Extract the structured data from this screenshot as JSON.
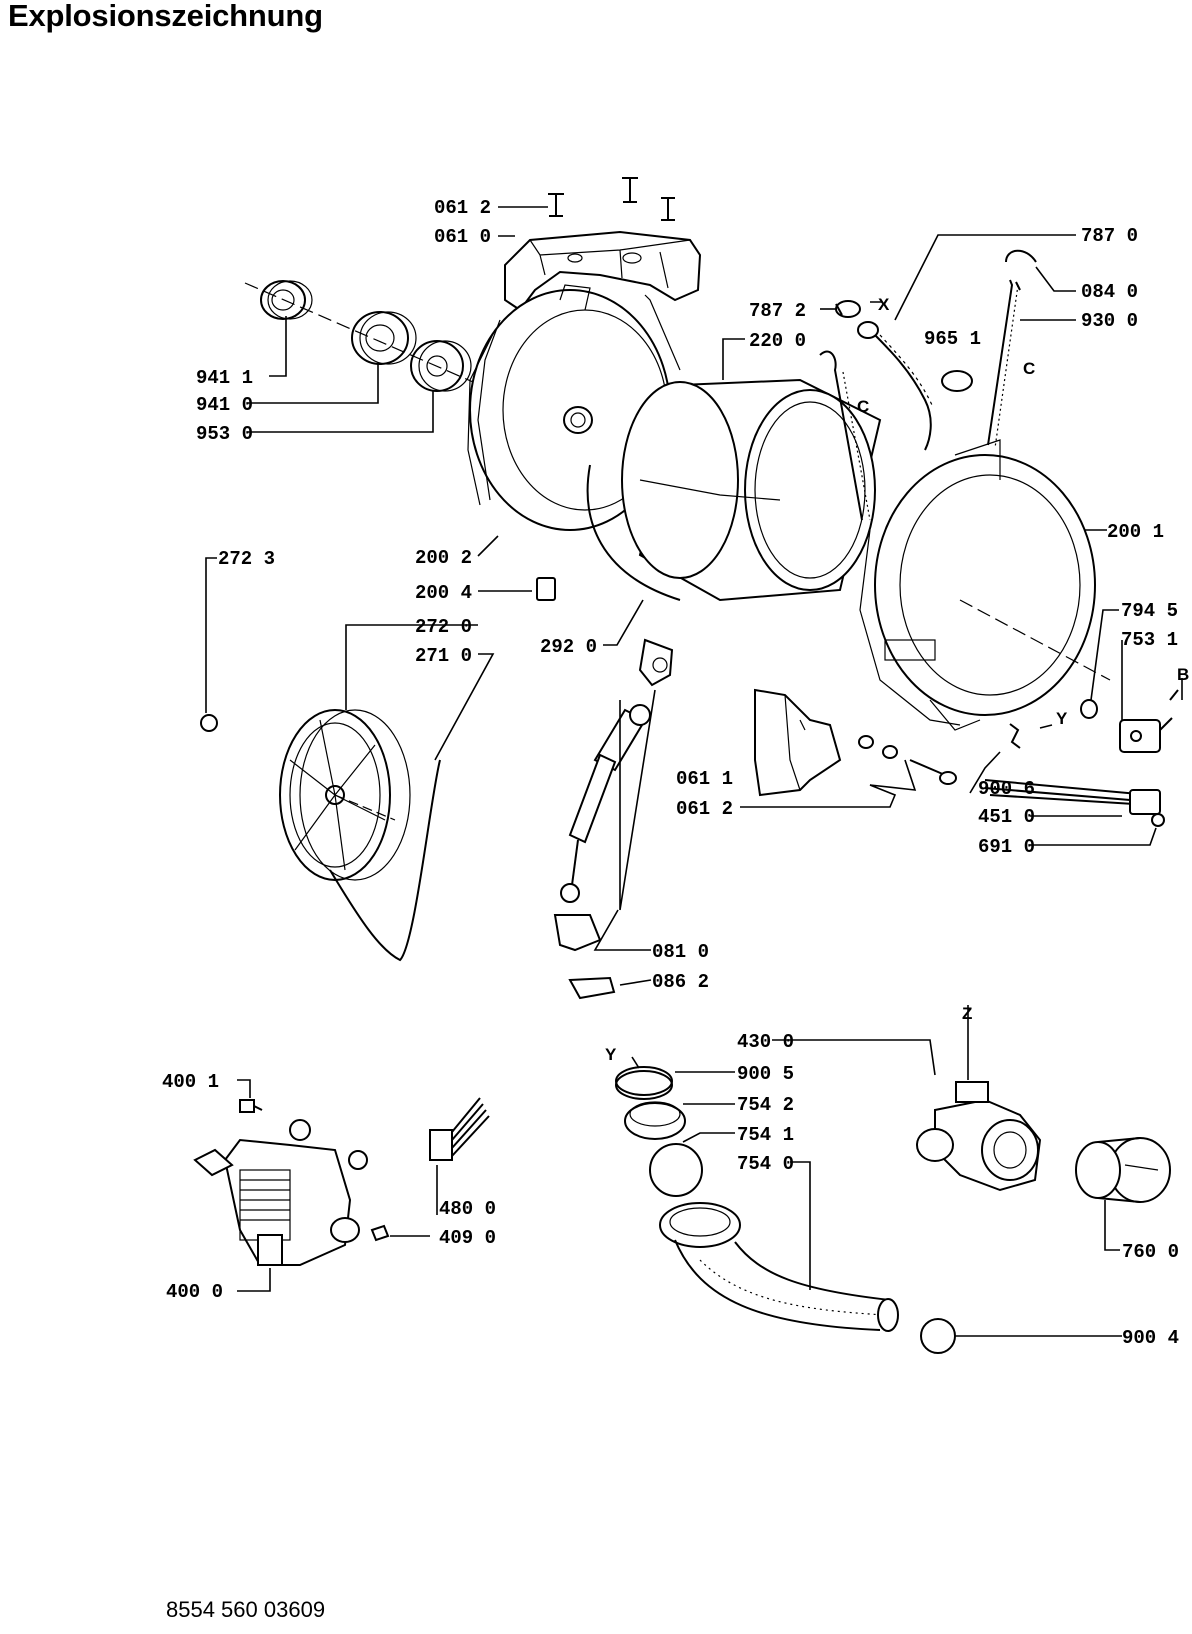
{
  "page": {
    "title": "Explosionszeichnung",
    "document_number": "8554 560 03609"
  },
  "labels": {
    "p061_2_top": "061 2",
    "p061_0": "061 0",
    "p941_1": "941 1",
    "p941_0": "941 0",
    "p953_0": "953 0",
    "p787_2": "787 2",
    "p220_0": "220 0",
    "p787_0": "787 0",
    "p084_0": "084 0",
    "p930_0": "930 0",
    "p965_1": "965 1",
    "p200_2": "200 2",
    "p200_4": "200 4",
    "p272_3": "272 3",
    "p272_0": "272 0",
    "p271_0": "271 0",
    "p292_0": "292 0",
    "p200_1": "200 1",
    "p794_5": "794 5",
    "p753_1": "753 1",
    "p061_1": "061 1",
    "p061_2_bottom": "061 2",
    "p900_6": "900 6",
    "p451_0": "451 0",
    "p691_0": "691 0",
    "p081_0": "081 0",
    "p086_2": "086 2",
    "p400_1": "400 1",
    "p480_0": "480 0",
    "p409_0": "409 0",
    "p400_0": "400 0",
    "p430_0": "430 0",
    "p900_5": "900 5",
    "p754_2": "754 2",
    "p754_1": "754 1",
    "p754_0": "754 0",
    "p760_0": "760 0",
    "p900_4": "900 4"
  },
  "letters": {
    "x": "X",
    "c1": "C",
    "c2": "C",
    "y1": "Y",
    "b": "B",
    "z": "Z",
    "y2": "Y"
  }
}
